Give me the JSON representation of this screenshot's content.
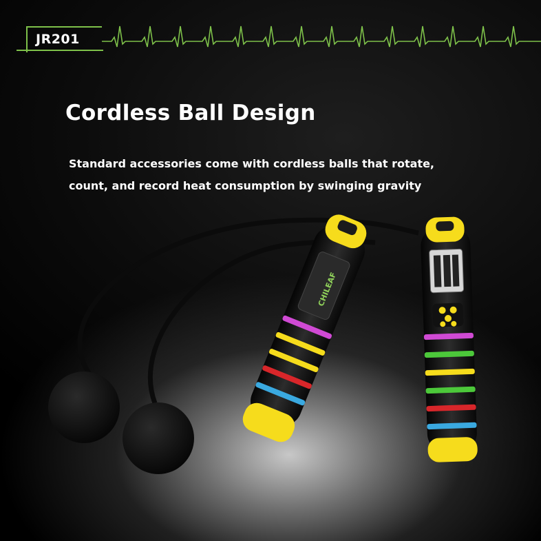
{
  "model": "JR201",
  "headline": "Cordless Ball Design",
  "description": {
    "line1": "Standard accessories come with cordless balls that rotate,",
    "line2": "count, and record heat consumption by swinging gravity"
  },
  "brand_logo_text": "CHILEAF",
  "colors": {
    "accent_green": "#7ec14a",
    "handle_yellow": "#f6dc1c",
    "background": "#000000"
  },
  "icons": [
    "heartbeat-line-icon",
    "jump-rope-handle-icon",
    "cordless-ball-icon"
  ]
}
